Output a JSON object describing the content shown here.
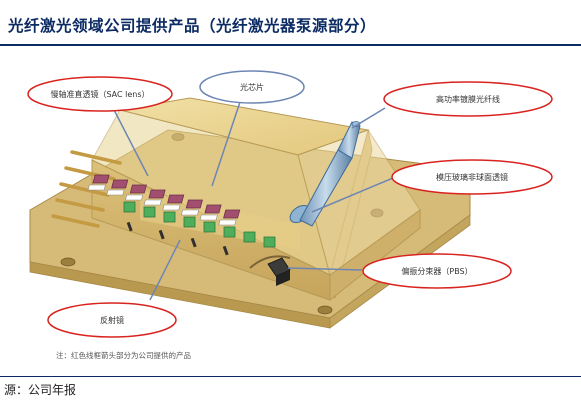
{
  "document": {
    "title": "光纤激光领域公司提供产品（光纤激光器泵源部分）",
    "source": "源：公司年报"
  },
  "diagram": {
    "labels": {
      "sac_lens": "慢轴准直透镜（SAC lens）",
      "optical_chip": "光芯片",
      "fiber": "高功率镀膜光纤线",
      "aspheric_lens": "模压玻璃非球面透镜",
      "pbs": "偏振分束器（PBS）",
      "mirror": "反射镜"
    },
    "note": "注：红色线框箭头部分为公司提供的产品",
    "colors": {
      "callout_outline": "#d9231f",
      "housing": "#e8d089",
      "housing_edge": "#b69a55",
      "chip": "#a24e6e",
      "lens": "#4fae5c",
      "pointer": "#6d86b4"
    }
  }
}
